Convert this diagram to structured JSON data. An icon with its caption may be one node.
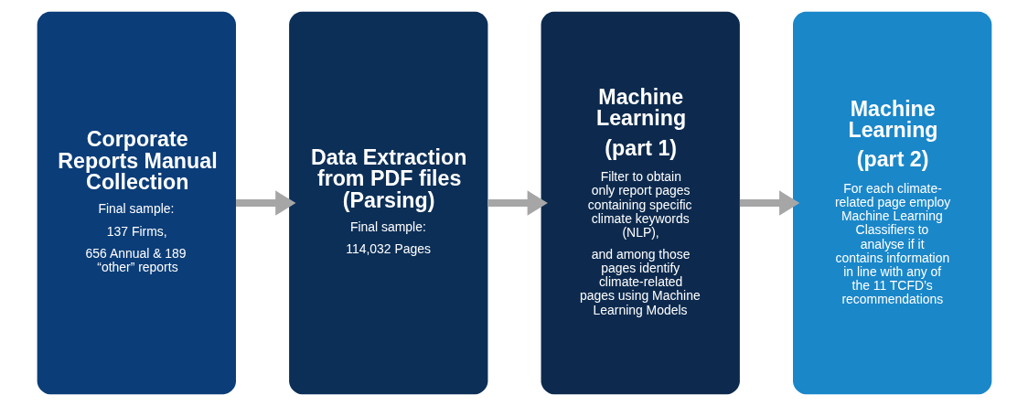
{
  "diagram": {
    "nodes": [
      {
        "text": [
          "Corporate Reports Manual Collection",
          "Final sample:",
          "137 Firms,",
          "656 Annual & 189 “other” reports"
        ]
      },
      {
        "text": [
          "Data Extraction from PDF files (Parsing)",
          "Final sample:",
          "114,032 Pages"
        ]
      },
      {
        "text": [
          "Machine Learning",
          "(part 1)",
          "Filter to obtain only report pages containing specific climate keywords (NLP),",
          "and among those pages identify climate-related pages using Machine Learning Models"
        ]
      },
      {
        "text": [
          "Machine Learning",
          "(part 2)",
          "For each climate-related page employ Machine Learning Classifiers to analyse if it contains information in line with any of the 11 TCFD’s recommendations"
        ]
      }
    ],
    "edges": [
      {
        "from": 0,
        "to": 1,
        "arrow": "to"
      },
      {
        "from": 1,
        "to": 2,
        "arrow": "to"
      },
      {
        "from": 2,
        "to": 3,
        "arrow": "to"
      }
    ]
  }
}
